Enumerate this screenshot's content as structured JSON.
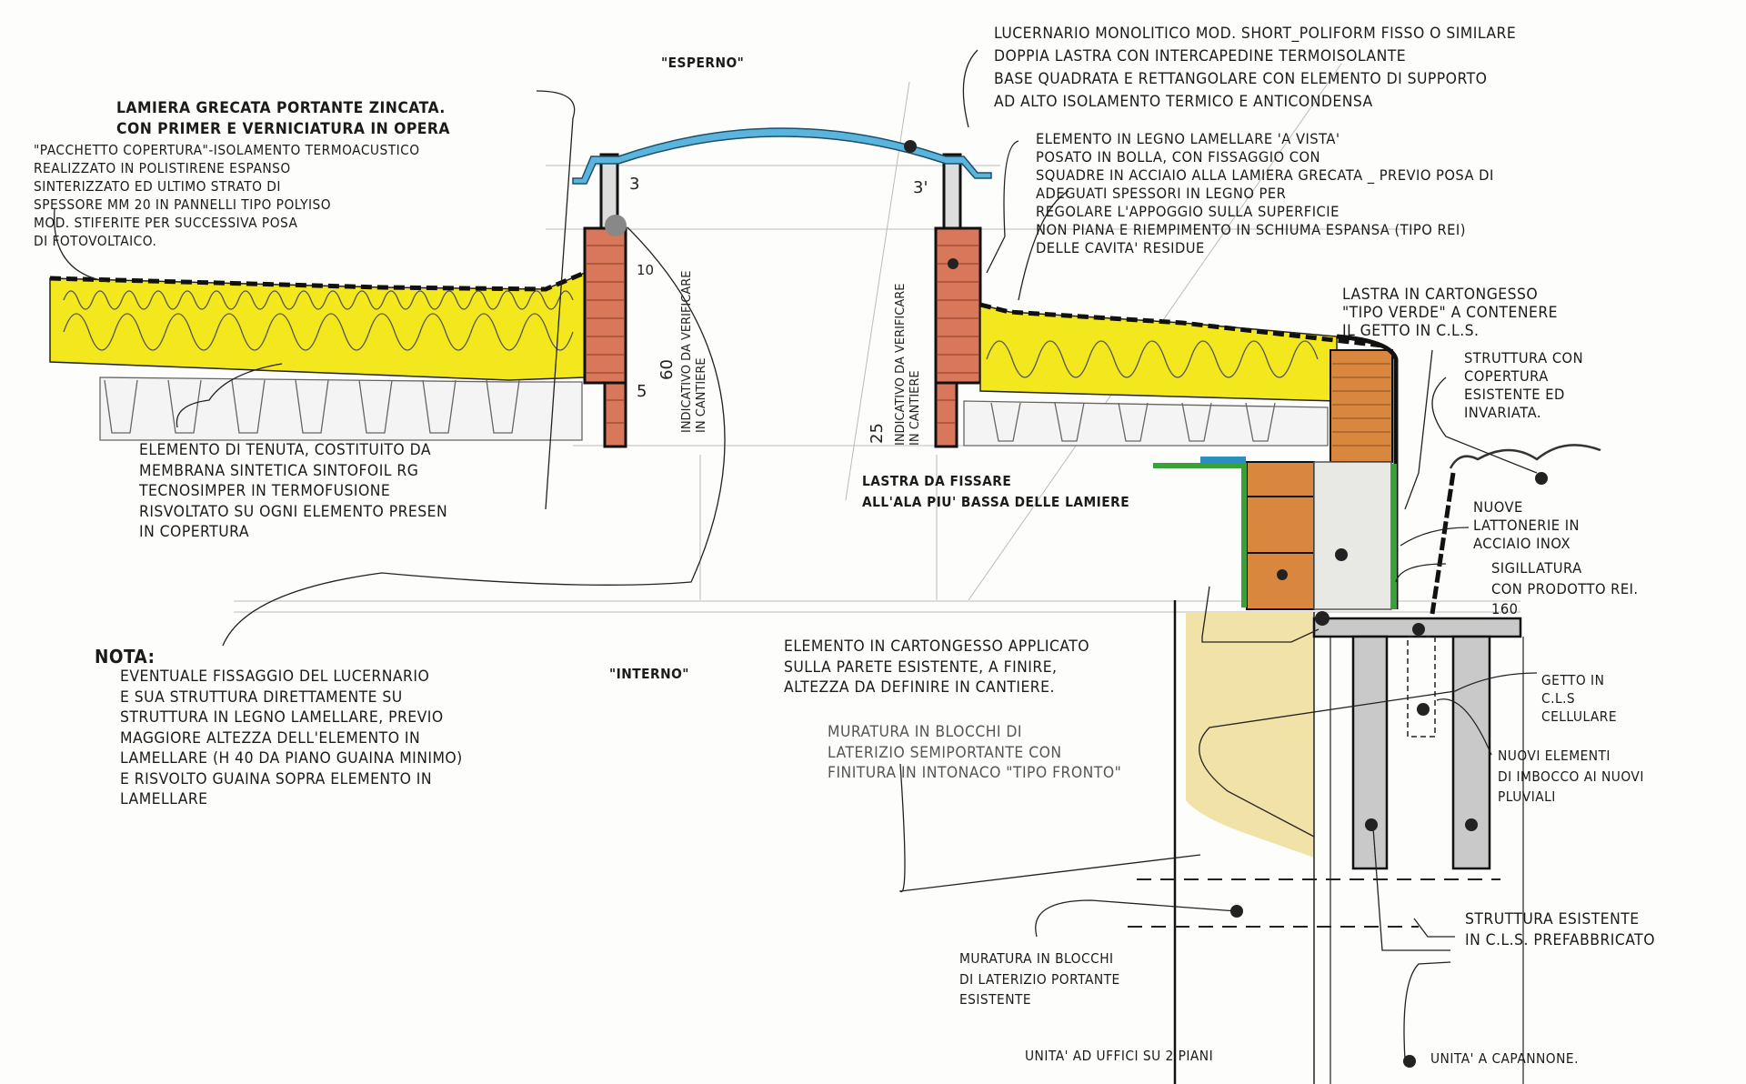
{
  "zones": {
    "exterior": "\"ESPERNO\"",
    "interior": "\"INTERNO\""
  },
  "annotations": {
    "lamiera": [
      "LAMIERA GRECATA PORTANTE ZINCATA.",
      "CON PRIMER E VERNICIATURA IN OPERA"
    ],
    "pacchetto": [
      "\"PACCHETTO COPERTURA\"-ISOLAMENTO TERMOACUSTICO",
      "REALIZZATO IN POLISTIRENE ESPANSO",
      "SINTERIZZATO ED ULTIMO STRATO DI",
      "SPESSORE MM 20 IN PANNELLI TIPO POLYISO",
      "MOD. STIFERITE PER SUCCESSIVA POSA",
      "DI FOTOVOLTAICO."
    ],
    "lucernario": [
      "LUCERNARIO MONOLITICO MOD. SHORT_POLIFORM FISSO O SIMILARE",
      "DOPPIA LASTRA CON INTERCAPEDINE TERMOISOLANTE",
      "BASE QUADRATA E RETTANGOLARE CON ELEMENTO DI SUPPORTO",
      "AD ALTO ISOLAMENTO TERMICO E ANTICONDENSA"
    ],
    "legno": [
      "ELEMENTO IN LEGNO LAMELLARE 'A VISTA'",
      "POSATO IN BOLLA, CON FISSAGGIO CON",
      "SQUADRE IN ACCIAIO ALLA LAMIERA GRECATA _ PREVIO POSA DI",
      "ADEGUATI SPESSORI IN LEGNO PER",
      "REGOLARE L'APPOGGIO SULLA SUPERFICIE",
      "NON PIANA E RIEMPIMENTO IN SCHIUMA ESPANSA (TIPO REI)",
      "DELLE CAVITA' RESIDUE"
    ],
    "lastra_cartongesso": [
      "LASTRA IN CARTONGESSO",
      "\"TIPO VERDE\" A CONTENERE",
      "IL GETTO IN C.L.S."
    ],
    "struttura_copertura": [
      "STRUTTURA CON",
      "COPERTURA",
      "ESISTENTE ED",
      "INVARIATA."
    ],
    "lattonerie": [
      "NUOVE",
      "LATTONERIE IN",
      "ACCIAIO INOX"
    ],
    "sigillatura": [
      "SIGILLATURA",
      "CON PRODOTTO REI.",
      "160"
    ],
    "lastra_fissare": [
      "LASTRA DA FISSARE",
      "ALL'ALA PIU' BASSA DELLE LAMIERE"
    ],
    "tenuta": [
      "ELEMENTO DI TENUTA, COSTITUITO DA",
      "MEMBRANA SINTETICA SINTOFOIL RG",
      "TECNOSIMPER IN TERMOFUSIONE",
      "RISVOLTATO SU OGNI ELEMENTO PRESEN",
      "IN COPERTURA"
    ],
    "nota_title": "NOTA:",
    "nota": [
      "EVENTUALE FISSAGGIO DEL LUCERNARIO",
      "E SUA STRUTTURA DIRETTAMENTE SU",
      "STRUTTURA IN LEGNO LAMELLARE, PREVIO",
      "MAGGIORE ALTEZZA DELL'ELEMENTO IN",
      "LAMELLARE (H 40 DA PIANO GUAINA MINIMO)",
      "E RISVOLTO GUAINA SOPRA ELEMENTO IN",
      "LAMELLARE"
    ],
    "cartongesso_applicato": [
      "ELEMENTO IN CARTONGESSO APPLICATO",
      "SULLA PARETE ESISTENTE, A FINIRE,",
      "ALTEZZA DA DEFINIRE IN CANTIERE."
    ],
    "muratura_semiportante": [
      "MURATURA IN BLOCCHI DI",
      "LATERIZIO SEMIPORTANTE CON",
      "FINITURA IN INTONACO \"TIPO FRONTO\""
    ],
    "getto": [
      "GETTO IN",
      "C.L.S",
      "CELLULARE"
    ],
    "nuovi_elementi": [
      "NUOVI ELEMENTI",
      "DI IMBOCCO AI NUOVI",
      "PLUVIALI"
    ],
    "struttura_esistente": [
      "STRUTTURA ESISTENTE",
      "IN C.L.S. PREFABBRICATO"
    ],
    "muratura_portante": [
      "MURATURA IN BLOCCHI",
      "DI LATERIZIO PORTANTE",
      "ESISTENTE"
    ],
    "unita_uffici": "UNITA' AD UFFICI SU 2 PIANI",
    "unita_capannone": "UNITA' A CAPANNONE."
  },
  "dimensions": {
    "left_top": "3",
    "right_top": "3'",
    "left_mid": "10",
    "left_height": "60",
    "left_low": "5",
    "right_height": "25"
  },
  "vertical_notes": {
    "left": [
      "INDICATIVO DA VERIFICARE",
      "IN CANTIERE"
    ],
    "right": [
      "INDICATIVO DA VERIFICARE",
      "IN CANTIERE"
    ]
  },
  "colors": {
    "insulation": "#f3e81e",
    "brick": "#d9775a",
    "glass": "#5ab4dc",
    "wood": "#d9873f",
    "flashing": "#3aa13a",
    "masonry": "#f1e2a8",
    "concrete": "#c9c9c9"
  }
}
